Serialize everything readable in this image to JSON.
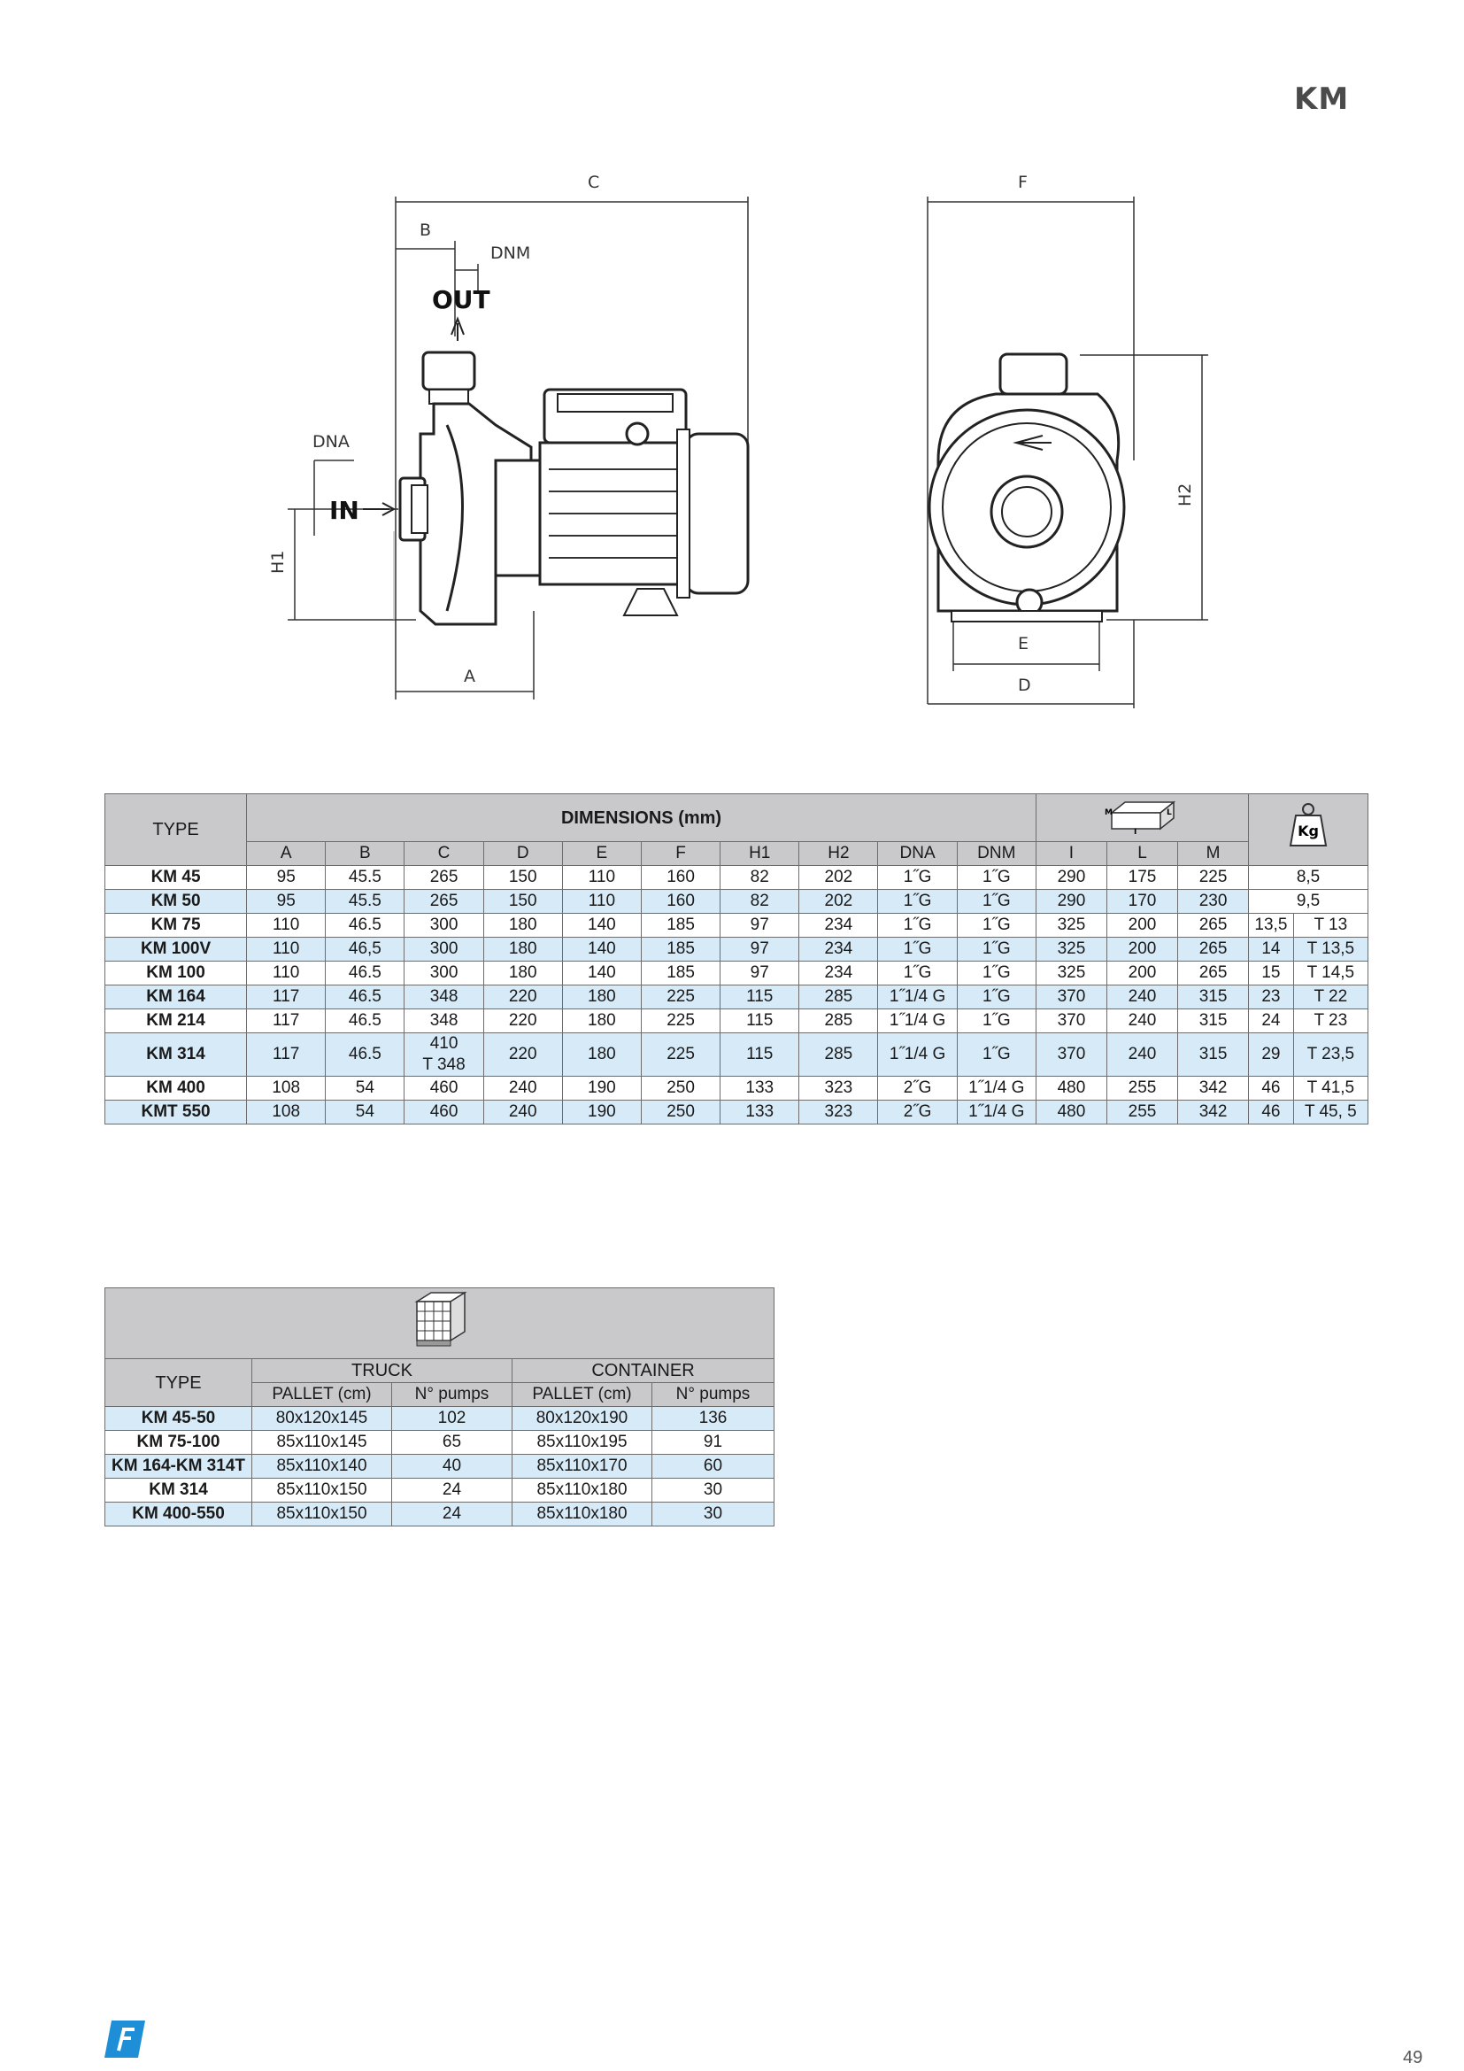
{
  "brand": "KM",
  "page_number": "49",
  "drawing_labels": {
    "C": "C",
    "B": "B",
    "DNM": "DNM",
    "OUT": "OUT",
    "DNA": "DNA",
    "IN": "IN",
    "H1": "H1",
    "A": "A",
    "F": "F",
    "H2": "H2",
    "E": "E",
    "D": "D"
  },
  "dimensions_table": {
    "type_header": "TYPE",
    "group_header": "DIMENSIONS (mm)",
    "weight_icon_label": "Kg",
    "box_icon_labels": [
      "M",
      "I",
      "L"
    ],
    "columns": [
      "A",
      "B",
      "C",
      "D",
      "E",
      "F",
      "H1",
      "H2",
      "DNA",
      "DNM",
      "I",
      "L",
      "M"
    ],
    "rows": [
      {
        "type": "KM 45",
        "A": "95",
        "B": "45.5",
        "C": "265",
        "D": "150",
        "E": "110",
        "F": "160",
        "H1": "82",
        "H2": "202",
        "DNA": "1˝G",
        "DNM": "1˝G",
        "I": "290",
        "L": "175",
        "M": "225",
        "w1": "8,5",
        "w2": ""
      },
      {
        "type": "KM 50",
        "A": "95",
        "B": "45.5",
        "C": "265",
        "D": "150",
        "E": "110",
        "F": "160",
        "H1": "82",
        "H2": "202",
        "DNA": "1˝G",
        "DNM": "1˝G",
        "I": "290",
        "L": "170",
        "M": "230",
        "w1": "9,5",
        "w2": ""
      },
      {
        "type": "KM 75",
        "A": "110",
        "B": "46.5",
        "C": "300",
        "D": "180",
        "E": "140",
        "F": "185",
        "H1": "97",
        "H2": "234",
        "DNA": "1˝G",
        "DNM": "1˝G",
        "I": "325",
        "L": "200",
        "M": "265",
        "w1": "13,5",
        "w2": "T 13"
      },
      {
        "type": "KM 100V",
        "A": "110",
        "B": "46,5",
        "C": "300",
        "D": "180",
        "E": "140",
        "F": "185",
        "H1": "97",
        "H2": "234",
        "DNA": "1˝G",
        "DNM": "1˝G",
        "I": "325",
        "L": "200",
        "M": "265",
        "w1": "14",
        "w2": "T 13,5"
      },
      {
        "type": "KM 100",
        "A": "110",
        "B": "46.5",
        "C": "300",
        "D": "180",
        "E": "140",
        "F": "185",
        "H1": "97",
        "H2": "234",
        "DNA": "1˝G",
        "DNM": "1˝G",
        "I": "325",
        "L": "200",
        "M": "265",
        "w1": "15",
        "w2": "T 14,5"
      },
      {
        "type": "KM 164",
        "A": "117",
        "B": "46.5",
        "C": "348",
        "D": "220",
        "E": "180",
        "F": "225",
        "H1": "115",
        "H2": "285",
        "DNA": "1˝1/4 G",
        "DNM": "1˝G",
        "I": "370",
        "L": "240",
        "M": "315",
        "w1": "23",
        "w2": "T 22"
      },
      {
        "type": "KM 214",
        "A": "117",
        "B": "46.5",
        "C": "348",
        "D": "220",
        "E": "180",
        "F": "225",
        "H1": "115",
        "H2": "285",
        "DNA": "1˝1/4 G",
        "DNM": "1˝G",
        "I": "370",
        "L": "240",
        "M": "315",
        "w1": "24",
        "w2": "T 23"
      },
      {
        "type": "KM 314",
        "A": "117",
        "B": "46.5",
        "C": "410",
        "C2": "T 348",
        "D": "220",
        "E": "180",
        "F": "225",
        "H1": "115",
        "H2": "285",
        "DNA": "1˝1/4 G",
        "DNM": "1˝G",
        "I": "370",
        "L": "240",
        "M": "315",
        "w1": "29",
        "w2": "T 23,5"
      },
      {
        "type": "KM 400",
        "A": "108",
        "B": "54",
        "C": "460",
        "D": "240",
        "E": "190",
        "F": "250",
        "H1": "133",
        "H2": "323",
        "DNA": "2˝G",
        "DNM": "1˝1/4 G",
        "I": "480",
        "L": "255",
        "M": "342",
        "w1": "46",
        "w2": "T 41,5"
      },
      {
        "type": "KMT 550",
        "A": "108",
        "B": "54",
        "C": "460",
        "D": "240",
        "E": "190",
        "F": "250",
        "H1": "133",
        "H2": "323",
        "DNA": "2˝G",
        "DNM": "1˝1/4 G",
        "I": "480",
        "L": "255",
        "M": "342",
        "w1": "46",
        "w2": "T 45, 5"
      }
    ]
  },
  "pallet_table": {
    "type_header": "TYPE",
    "truck_header": "TRUCK",
    "container_header": "CONTAINER",
    "pallet_col": "PALLET (cm)",
    "pumps_col": "N° pumps",
    "rows": [
      {
        "type": "KM 45-50",
        "truck_pallet": "80x120x145",
        "truck_pumps": "102",
        "cont_pallet": "80x120x190",
        "cont_pumps": "136"
      },
      {
        "type": "KM 75-100",
        "truck_pallet": "85x110x145",
        "truck_pumps": "65",
        "cont_pallet": "85x110x195",
        "cont_pumps": "91"
      },
      {
        "type": "KM 164-KM 314T",
        "truck_pallet": "85x110x140",
        "truck_pumps": "40",
        "cont_pallet": "85x110x170",
        "cont_pumps": "60"
      },
      {
        "type": "KM 314",
        "truck_pallet": "85x110x150",
        "truck_pumps": "24",
        "cont_pallet": "85x110x180",
        "cont_pumps": "30"
      },
      {
        "type": "KM 400-550",
        "truck_pallet": "85x110x150",
        "truck_pumps": "24",
        "cont_pallet": "85x110x180",
        "cont_pumps": "30"
      }
    ]
  }
}
